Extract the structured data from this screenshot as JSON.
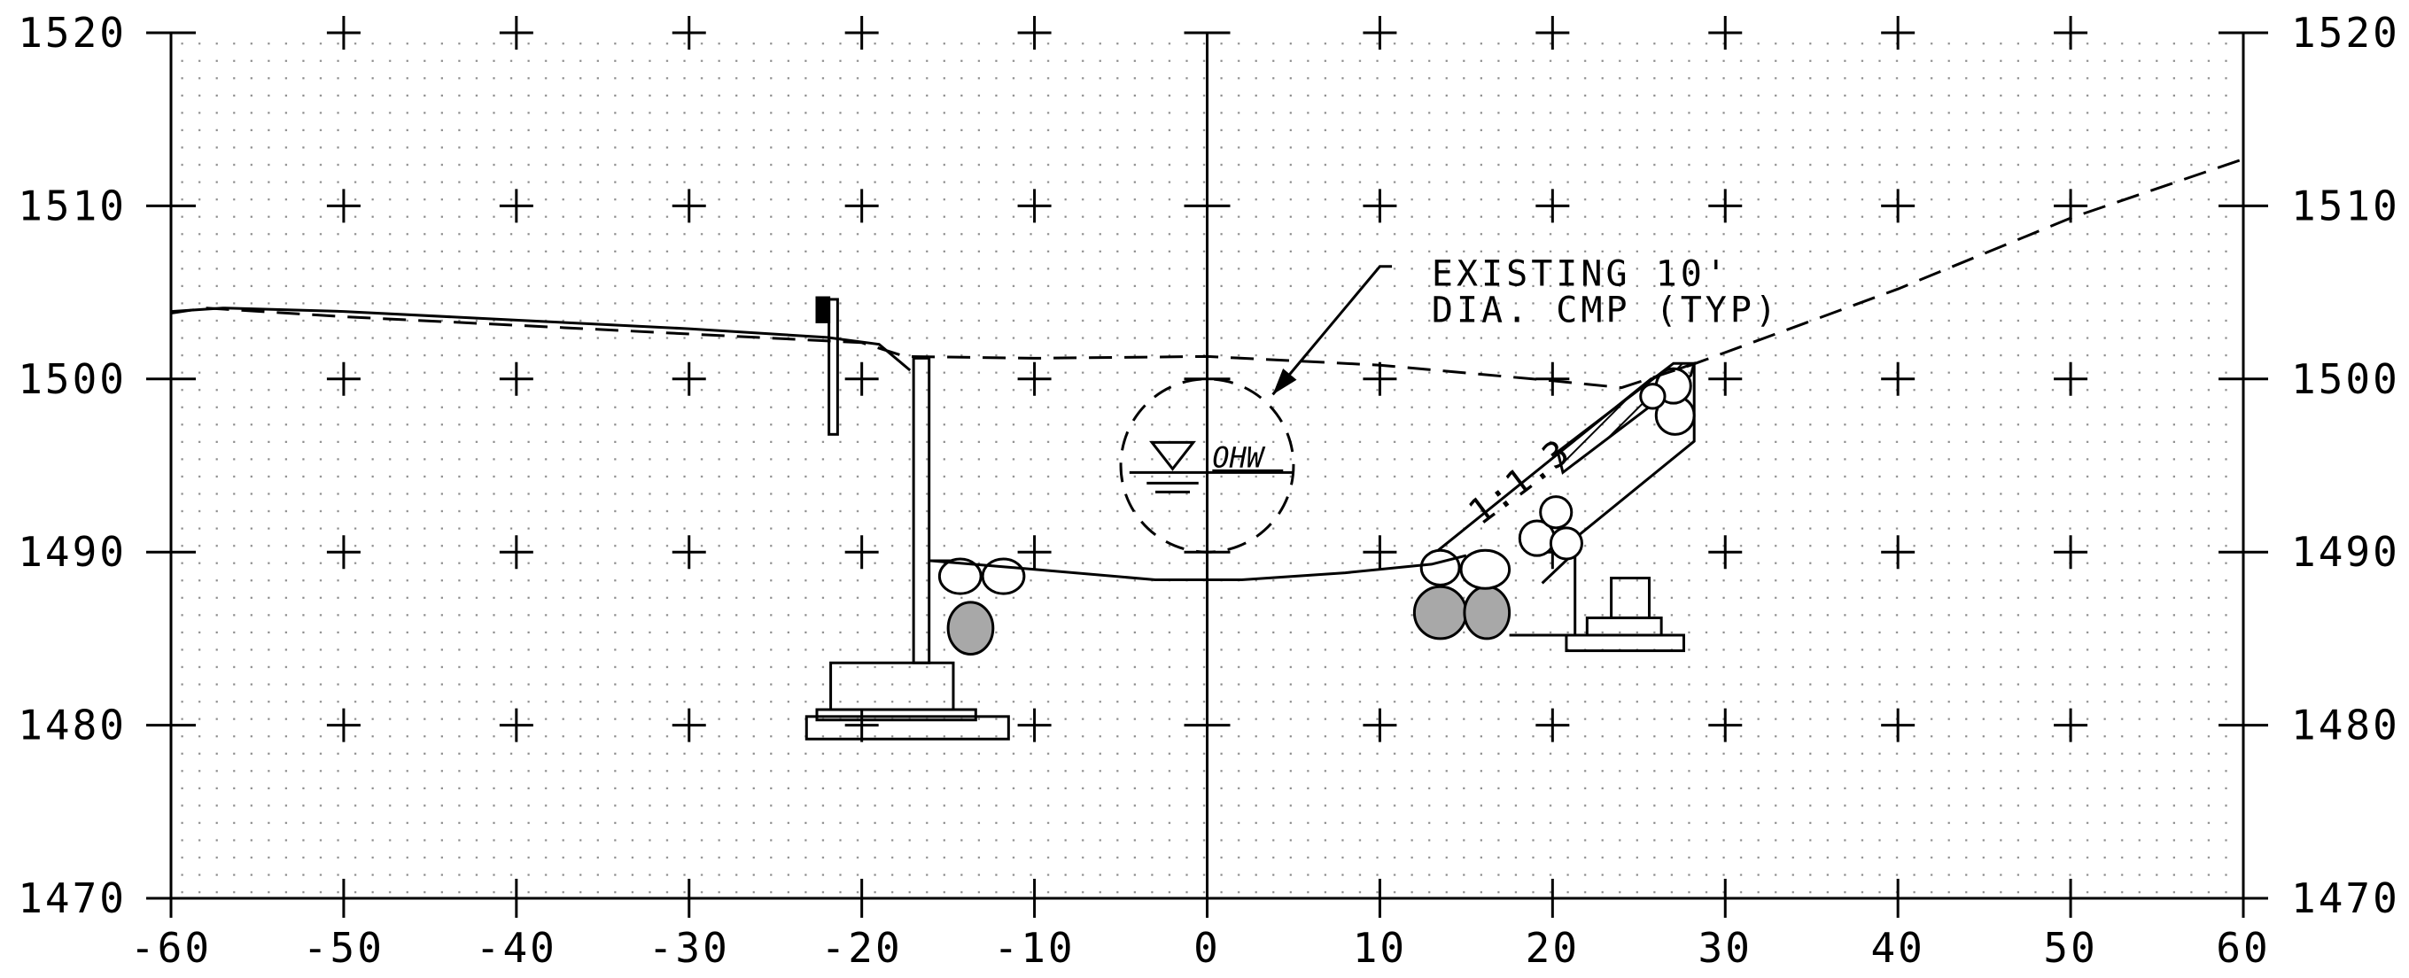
{
  "chart_data": {
    "type": "cross-section",
    "x_ticks": [
      -60,
      -50,
      -40,
      -30,
      -20,
      -10,
      0,
      10,
      20,
      30,
      40,
      50,
      60
    ],
    "x_tick_labels": [
      "-60",
      "-50",
      "-40",
      "-30",
      "-20",
      "-10",
      "0",
      "10",
      "20",
      "30",
      "40",
      "50",
      "60"
    ],
    "y_ticks": [
      1470,
      1480,
      1490,
      1500,
      1510,
      1520
    ],
    "y_tick_labels": [
      "1470",
      "1480",
      "1490",
      "1500",
      "1510",
      "1520"
    ],
    "xlim": [
      -60,
      60
    ],
    "ylim": [
      1470,
      1520
    ],
    "grid": "dot grid with + marks at 10 unit spacing",
    "existing_ground": [
      [
        -60,
        1503.8
      ],
      [
        -58,
        1504.1
      ],
      [
        -50,
        1503.6
      ],
      [
        -40,
        1503.1
      ],
      [
        -30,
        1502.6
      ],
      [
        -24,
        1502.3
      ],
      [
        -20,
        1502.1
      ],
      [
        -17.5,
        1501.3
      ],
      [
        -10,
        1501.2
      ],
      [
        0,
        1501.3
      ],
      [
        10,
        1500.8
      ],
      [
        20,
        1499.9
      ],
      [
        24,
        1499.5
      ],
      [
        28,
        1500.8
      ],
      [
        40,
        1505.2
      ],
      [
        50,
        1509.3
      ],
      [
        60,
        1512.7
      ]
    ],
    "existing_ground_upper": [
      [
        -60,
        1503.9
      ],
      [
        -57,
        1504.1
      ],
      [
        -50,
        1503.9
      ],
      [
        -40,
        1503.4
      ],
      [
        -30,
        1502.9
      ],
      [
        -22,
        1502.4
      ],
      [
        -19,
        1502.0
      ],
      [
        -17.2,
        1500.5
      ]
    ],
    "channel_bed": [
      [
        -16,
        1489.5
      ],
      [
        -10,
        1489.0
      ],
      [
        -3,
        1488.4
      ],
      [
        2,
        1488.4
      ],
      [
        8,
        1488.8
      ],
      [
        13,
        1489.3
      ],
      [
        15,
        1489.8
      ]
    ],
    "culvert": {
      "center_x": 0,
      "center_y": 1495,
      "diameter": 10
    },
    "ohw_elevation": 1494.6,
    "annotations": [
      {
        "text": "EXISTING 10'",
        "x": 13,
        "y": 1506.1
      },
      {
        "text": "DIA. CMP (TYP)",
        "x": 13,
        "y": 1504.0
      },
      {
        "text": "OHW",
        "x": 0,
        "y": 1495.5
      },
      {
        "text": "1:1.3",
        "x": 18.5,
        "y": 1493.5
      }
    ]
  }
}
